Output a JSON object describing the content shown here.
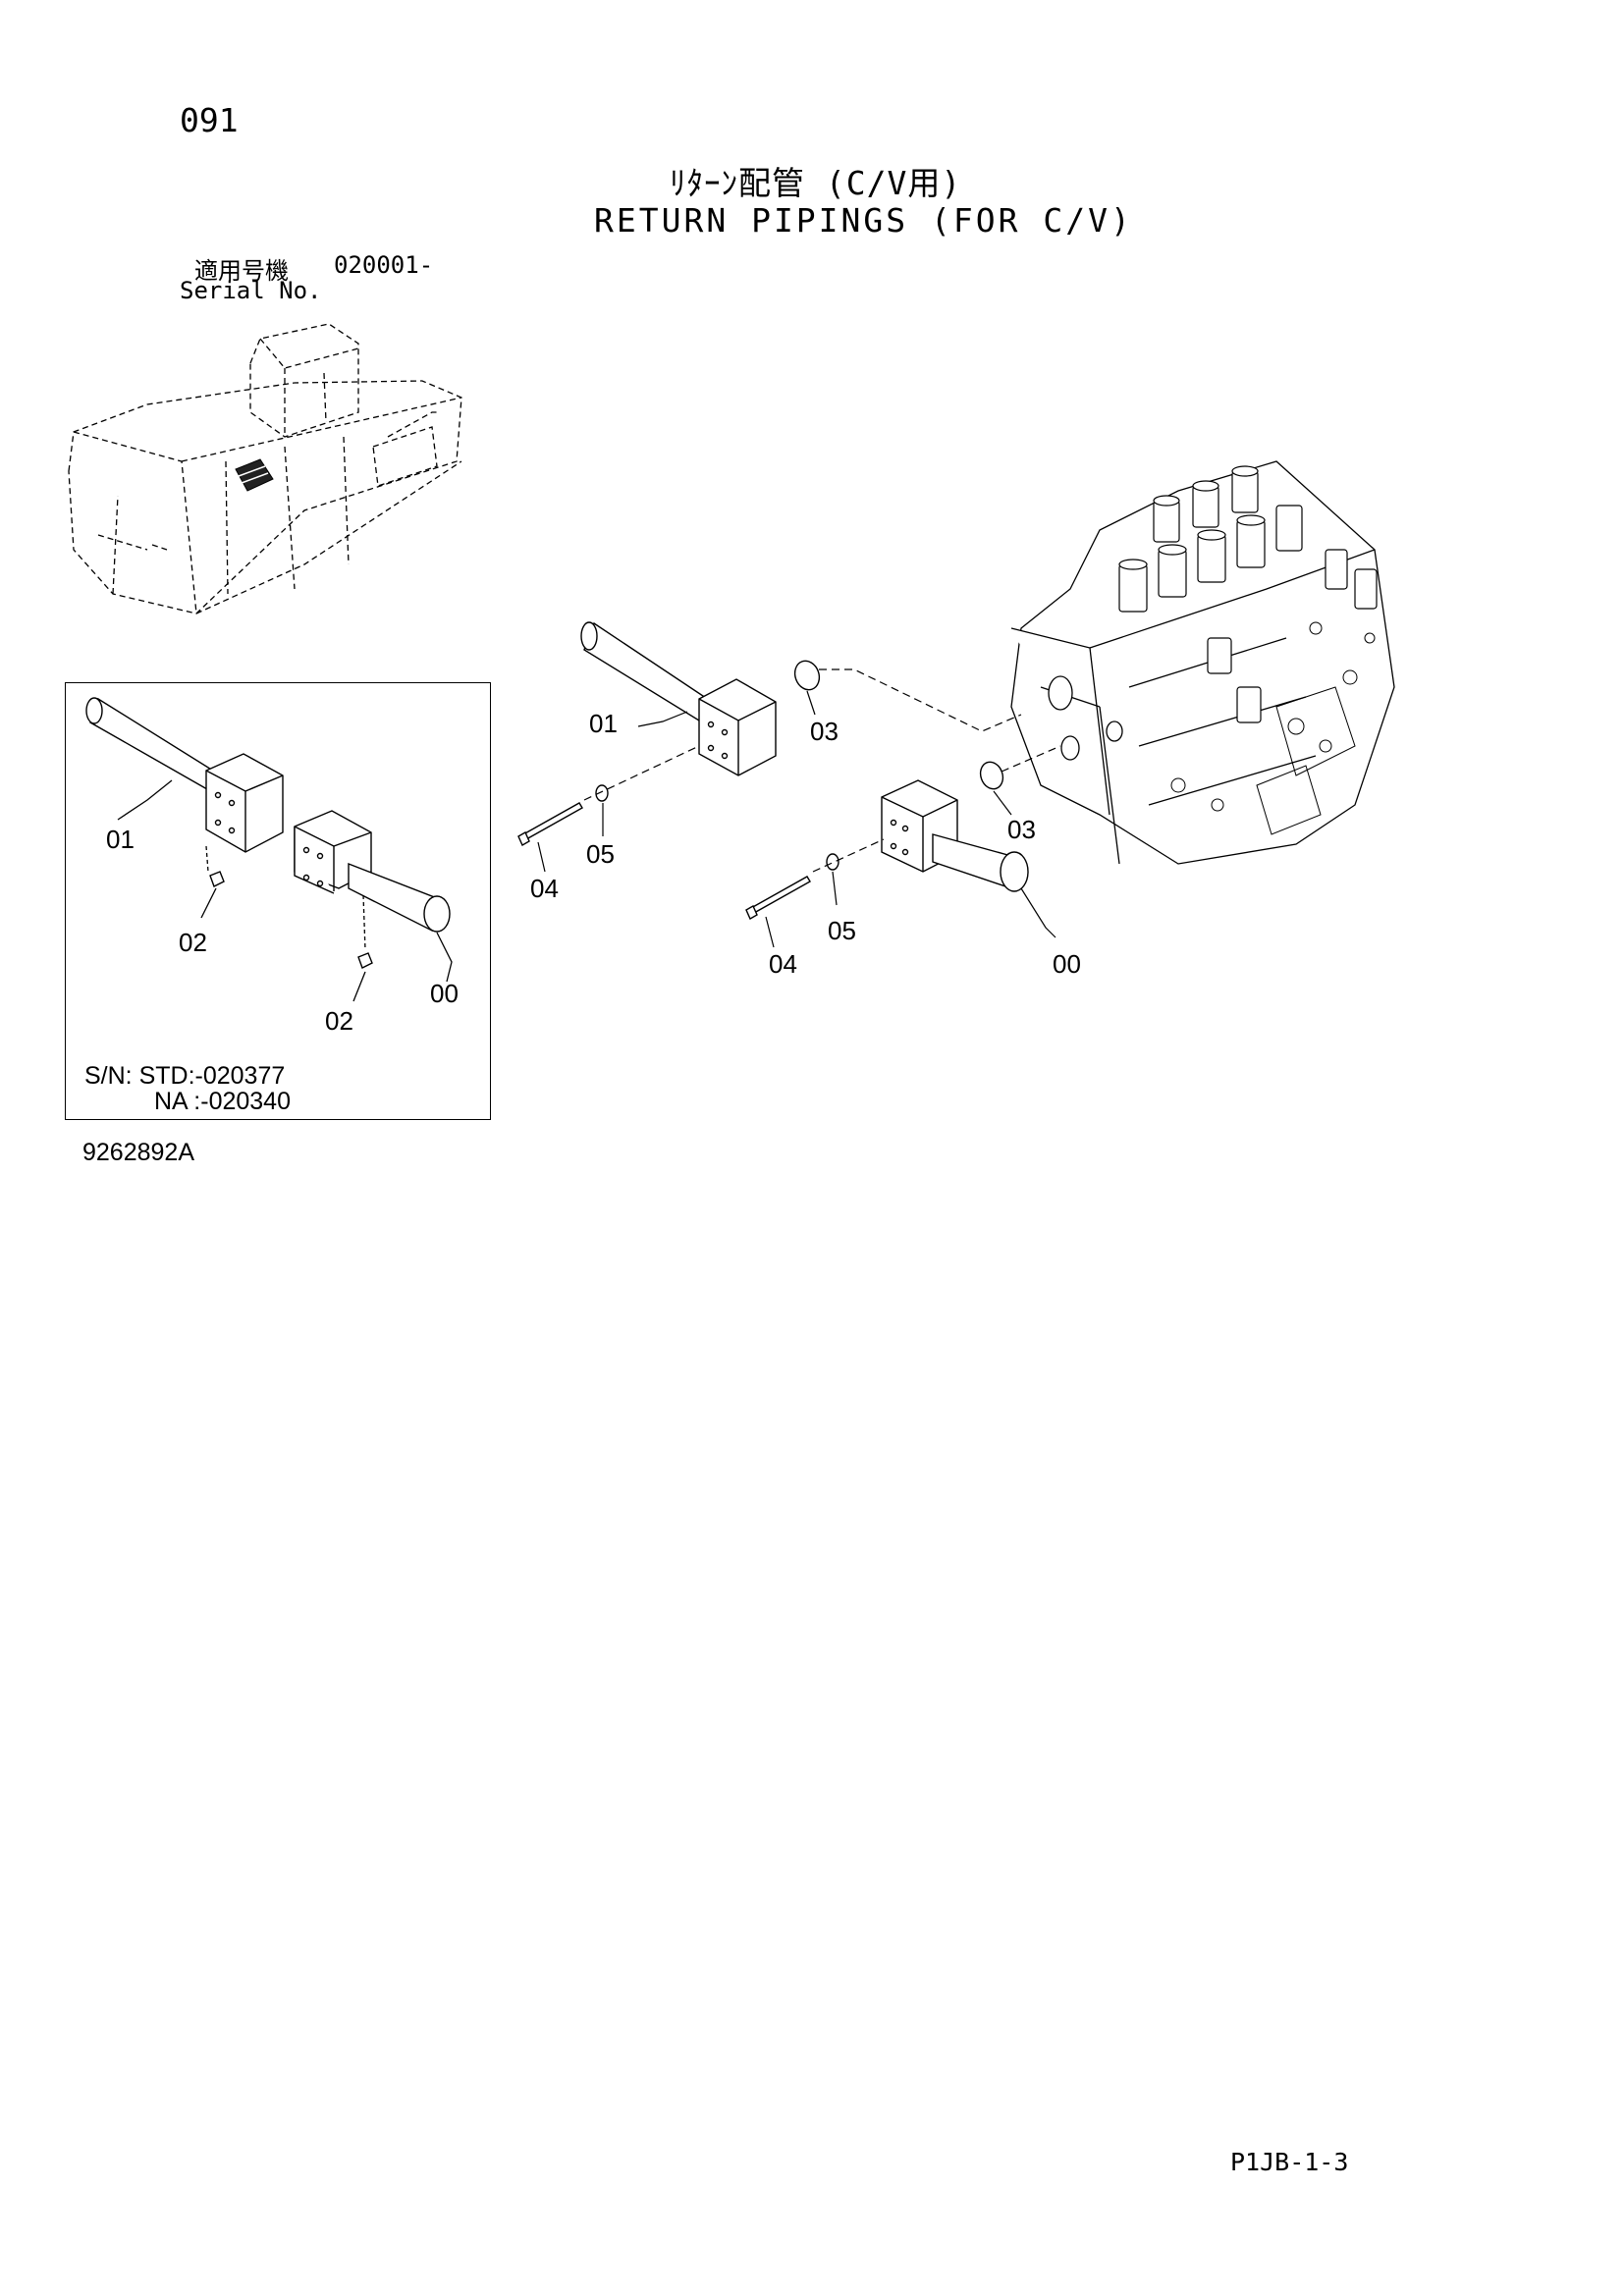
{
  "header": {
    "page_number": "091",
    "title_jp": "ﾘﾀｰﾝ配管 (C/V用)",
    "title_en": "RETURN PIPINGS (FOR C/V)"
  },
  "serial": {
    "label_jp": "適用号機",
    "value": "020001-",
    "label_en": "Serial No."
  },
  "inset": {
    "labels": [
      "01",
      "02",
      "00",
      "02"
    ],
    "note_line1": "S/N: STD:-020377",
    "note_line2": "NA  :-020340"
  },
  "main_labels": [
    "01",
    "03",
    "05",
    "04",
    "03",
    "05",
    "04",
    "00"
  ],
  "footer": {
    "drawing_number": "9262892A",
    "page_code": "P1JB-1-3"
  }
}
